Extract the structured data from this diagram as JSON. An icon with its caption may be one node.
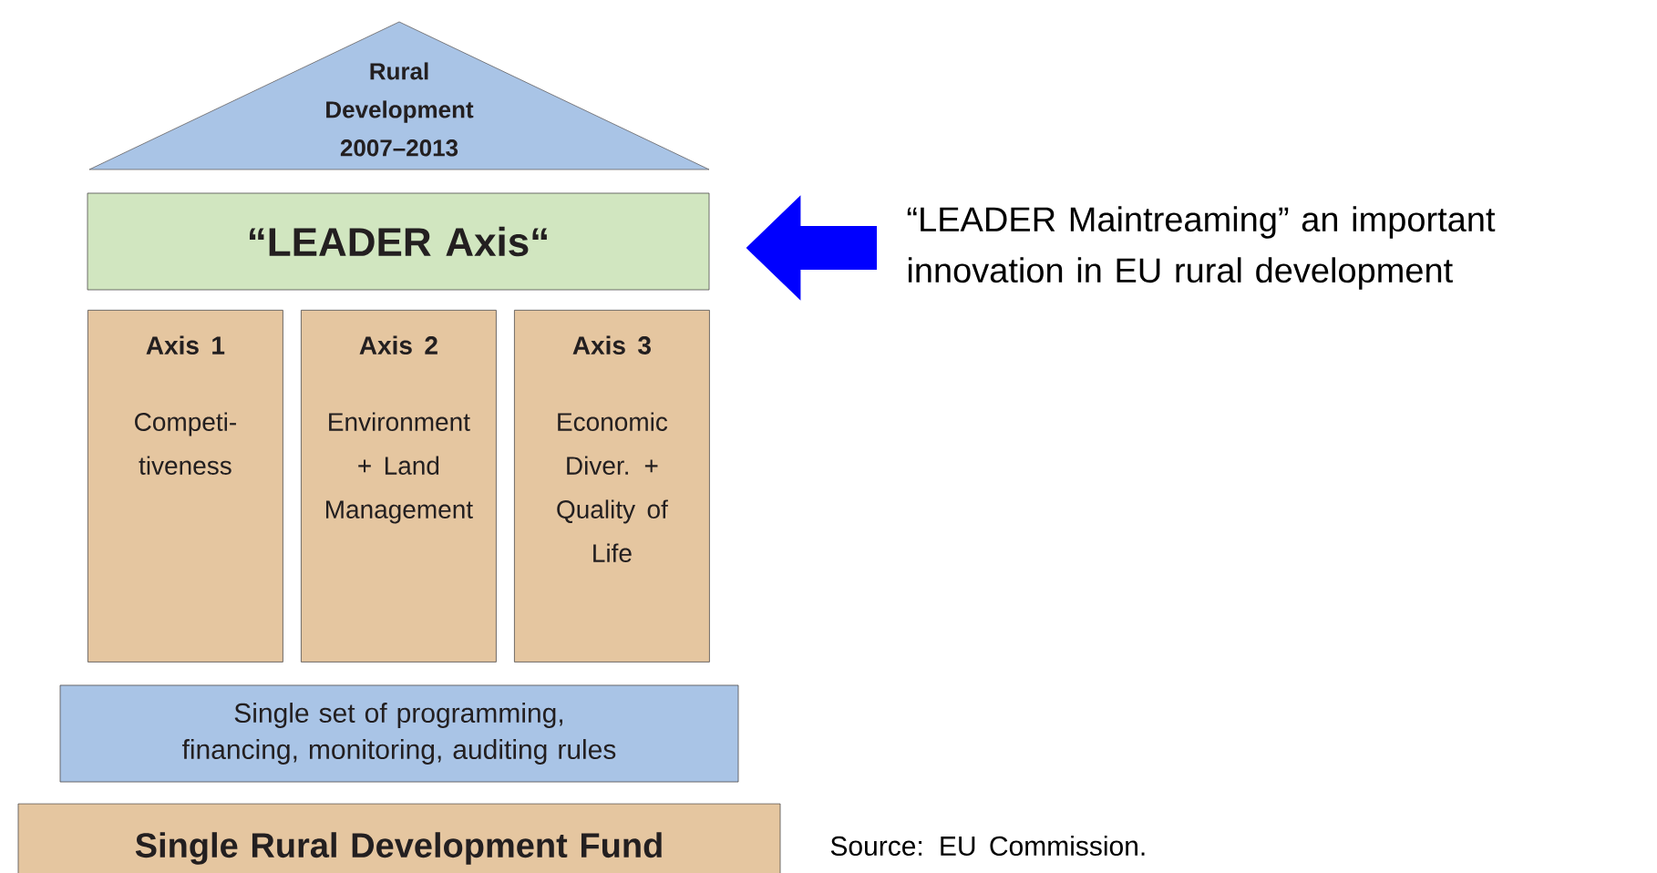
{
  "diagram": {
    "nodes": [
      {
        "text": [
          "Rural Development 2007–2013"
        ]
      },
      {
        "text": [
          "“LEADER Axis“"
        ]
      },
      {
        "text": [
          "Axis 1",
          "Competi- tiveness"
        ]
      },
      {
        "text": [
          "Axis 2",
          "Environment + Land Management"
        ]
      },
      {
        "text": [
          "Axis 3",
          "Economic Diver. + Quality of Life"
        ]
      },
      {
        "text": [
          "Single set of programming, financing, monitoring, auditing rules"
        ]
      },
      {
        "text": [
          "Single Rural Development Fund"
        ]
      },
      {
        "text": [
          "“LEADER Maintreaming” an important innovation in EU rural development"
        ]
      }
    ],
    "edges": [
      {
        "from": 7,
        "to": 1,
        "arrow": "to"
      }
    ],
    "labels": [
      "Source: EU Commission."
    ]
  }
}
